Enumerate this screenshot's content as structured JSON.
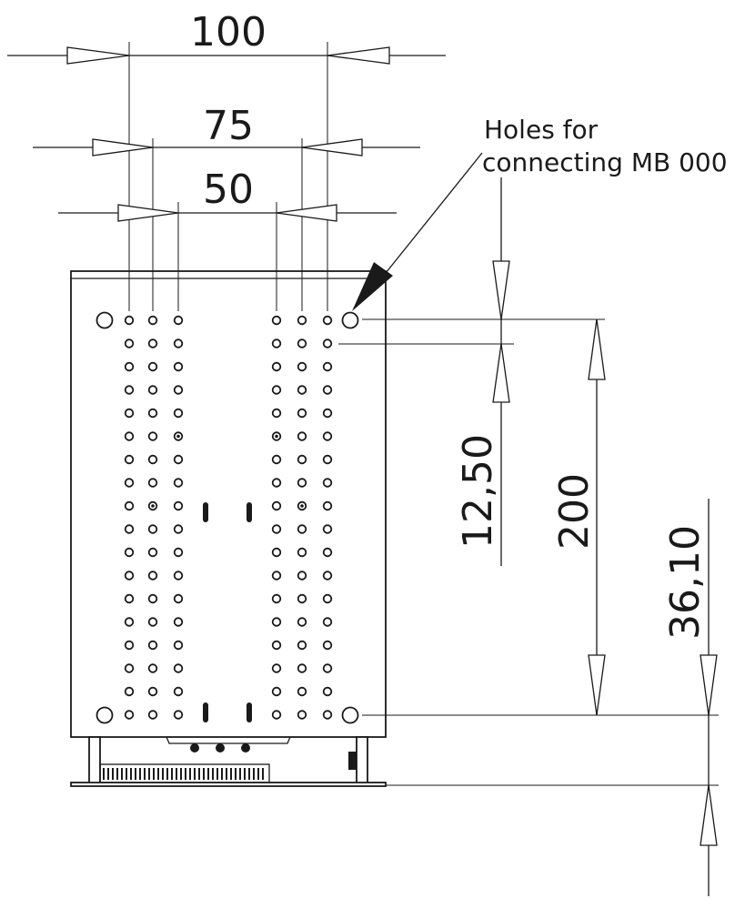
{
  "dimensions": {
    "top_width": "100",
    "mid_width": "75",
    "inner_width": "50",
    "pitch": "12,50",
    "hole_span": "200",
    "offset": "36,10"
  },
  "callout": {
    "line1": "Holes for",
    "line2": "connecting MB 000"
  }
}
